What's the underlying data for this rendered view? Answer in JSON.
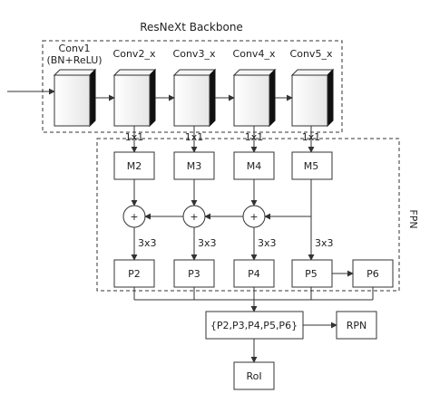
{
  "backbone": {
    "title": "ResNeXt Backbone",
    "stages": [
      {
        "name": "Conv1",
        "sub": "(BN+ReLU)"
      },
      {
        "name": "Conv2_x",
        "sub": ""
      },
      {
        "name": "Conv3_x",
        "sub": ""
      },
      {
        "name": "Conv4_x",
        "sub": ""
      },
      {
        "name": "Conv5_x",
        "sub": ""
      }
    ]
  },
  "fpn": {
    "title": "FPN",
    "lateral_conv": "1x1",
    "smooth_conv": "3x3",
    "merge_labels": [
      "M2",
      "M3",
      "M4",
      "M5"
    ],
    "plus_symbol": "+",
    "outputs": [
      "P2",
      "P3",
      "P4",
      "P5",
      "P6"
    ]
  },
  "heads": {
    "features": "{P2,P3,P4,P5,P6}",
    "rpn": "RPN",
    "roi": "RoI"
  }
}
